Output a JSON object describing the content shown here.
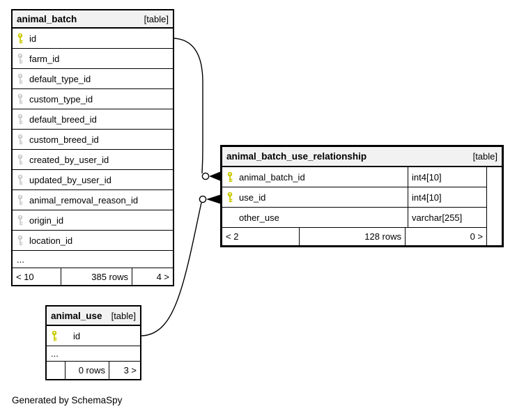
{
  "diagram": {
    "credit": "Generated by SchemaSpy",
    "colors": {
      "table_header_bg": "#f2f2f2",
      "primary_key": "#cbcb00",
      "foreign_key": "#cccccc",
      "border": "#000000",
      "connector": "#000000"
    },
    "tables": [
      {
        "name": "animal_batch",
        "tag": "[table]",
        "columns": [
          {
            "name": "id",
            "key": "primary"
          },
          {
            "name": "farm_id",
            "key": "foreign"
          },
          {
            "name": "default_type_id",
            "key": "foreign"
          },
          {
            "name": "custom_type_id",
            "key": "foreign"
          },
          {
            "name": "default_breed_id",
            "key": "foreign"
          },
          {
            "name": "custom_breed_id",
            "key": "foreign"
          },
          {
            "name": "created_by_user_id",
            "key": "foreign"
          },
          {
            "name": "updated_by_user_id",
            "key": "foreign"
          },
          {
            "name": "animal_removal_reason_id",
            "key": "foreign"
          },
          {
            "name": "origin_id",
            "key": "foreign"
          },
          {
            "name": "location_id",
            "key": "foreign"
          }
        ],
        "ellipsis": "...",
        "footer": {
          "left": "< 10",
          "center": "385 rows",
          "right": "4 >"
        }
      },
      {
        "name": "animal_batch_use_relationship",
        "tag": "[table]",
        "columns": [
          {
            "name": "animal_batch_id",
            "key": "primary",
            "type": "int4[10]"
          },
          {
            "name": "use_id",
            "key": "primary",
            "type": "int4[10]"
          },
          {
            "name": "other_use",
            "key": "none",
            "type": "varchar[255]"
          }
        ],
        "footer": {
          "left": "< 2",
          "center": "128 rows",
          "right": "0 >"
        }
      },
      {
        "name": "animal_use",
        "tag": "[table]",
        "columns": [
          {
            "name": "id",
            "key": "primary"
          }
        ],
        "ellipsis": "...",
        "footer": {
          "left": "",
          "center": "0 rows",
          "right": "3 >"
        }
      }
    ],
    "relationships": [
      {
        "from": "animal_batch.id",
        "to": "animal_batch_use_relationship.animal_batch_id"
      },
      {
        "from": "animal_use.id",
        "to": "animal_batch_use_relationship.use_id"
      }
    ]
  }
}
